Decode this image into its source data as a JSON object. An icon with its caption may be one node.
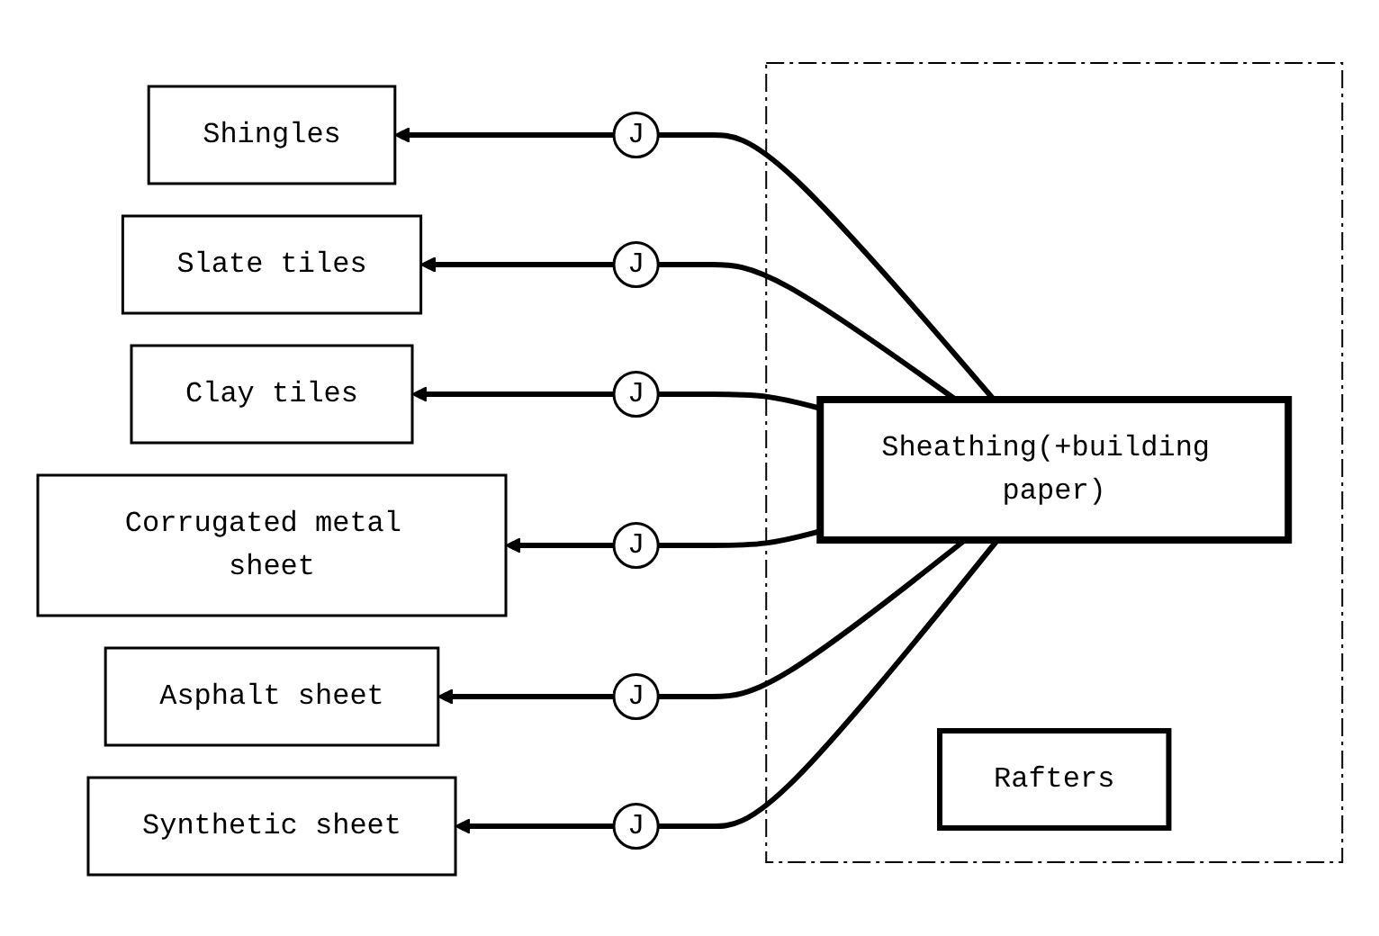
{
  "diagram": {
    "nodes": [
      {
        "text": [],
        "shape": "box"
      },
      {
        "text": [
          "Sheathing(+building paper)"
        ],
        "in": 0
      },
      {
        "text": [
          "Rafters"
        ],
        "in": 0
      },
      {
        "text": [
          "Shingles"
        ]
      },
      {
        "text": [
          "Slate tiles"
        ]
      },
      {
        "text": [
          "Clay tiles"
        ]
      },
      {
        "text": [
          "Corrugated metal sheet"
        ]
      },
      {
        "text": [
          "Asphalt sheet"
        ]
      },
      {
        "text": [
          "Synthetic sheet"
        ]
      },
      {
        "text": [
          "J"
        ]
      },
      {
        "text": [
          "J"
        ]
      },
      {
        "text": [
          "J"
        ]
      },
      {
        "text": [
          "J"
        ]
      },
      {
        "text": [
          "J"
        ]
      },
      {
        "text": [
          "J"
        ]
      }
    ],
    "edges": [
      {
        "from": 1,
        "to": 9,
        "arrow": "none"
      },
      {
        "from": 9,
        "to": 3,
        "arrow": "to"
      },
      {
        "from": 1,
        "to": 10,
        "arrow": "none"
      },
      {
        "from": 10,
        "to": 4,
        "arrow": "to"
      },
      {
        "from": 1,
        "to": 11,
        "arrow": "none"
      },
      {
        "from": 11,
        "to": 5,
        "arrow": "to"
      },
      {
        "from": 1,
        "to": 12,
        "arrow": "none"
      },
      {
        "from": 12,
        "to": 6,
        "arrow": "to"
      },
      {
        "from": 1,
        "to": 13,
        "arrow": "none"
      },
      {
        "from": 13,
        "to": 7,
        "arrow": "to"
      },
      {
        "from": 1,
        "to": 14,
        "arrow": "none"
      },
      {
        "from": 14,
        "to": 8,
        "arrow": "to"
      }
    ]
  }
}
